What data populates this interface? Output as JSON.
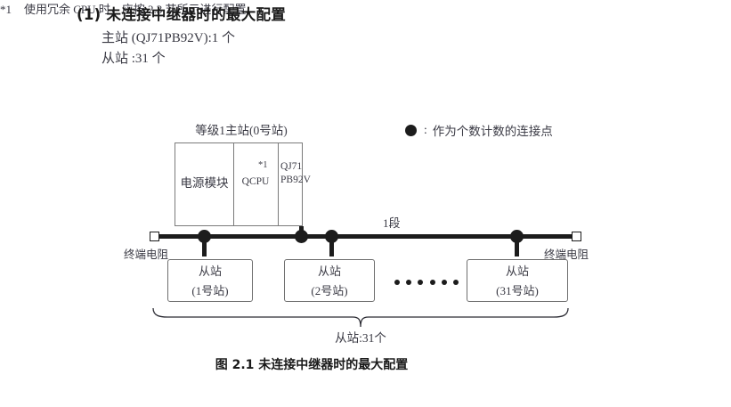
{
  "section": {
    "title": "(1) 未连接中继器时的最大配置",
    "specs": [
      "主站 (QJ71PB92V):1 个",
      "从站 :31 个"
    ]
  },
  "figure": {
    "master": {
      "caption": "等级1主站(0号站)",
      "modules": {
        "power": "电源模块",
        "cpu": "QCPU",
        "cpu_note": "*1",
        "network_line1": "QJ71",
        "network_line2": "PB92V"
      }
    },
    "bus": {
      "segment_label": "1段",
      "terminator_left": "终端电阻",
      "terminator_right": "终端电阻"
    },
    "slaves": [
      {
        "name": "从站",
        "station": "(1号站)"
      },
      {
        "name": "从站",
        "station": "(2号站)"
      },
      {
        "name": "从站",
        "station": "(31号站)"
      }
    ],
    "ellipsis_count": 6,
    "brace_label": "从站:31个",
    "legend": {
      "symbol": "filled-circle",
      "colon": ":",
      "text": "作为个数计数的连接点"
    },
    "caption": "图 2.1  未连接中继器时的最大配置"
  },
  "footnote": {
    "marker": "*1",
    "text": "使用冗余 CPU 时，应按 2.3 节所示进行配置。"
  },
  "colors": {
    "ink": "#1c1c1c",
    "text": "#3a3a44",
    "box_border": "#7a7a7a",
    "background": "#ffffff"
  }
}
